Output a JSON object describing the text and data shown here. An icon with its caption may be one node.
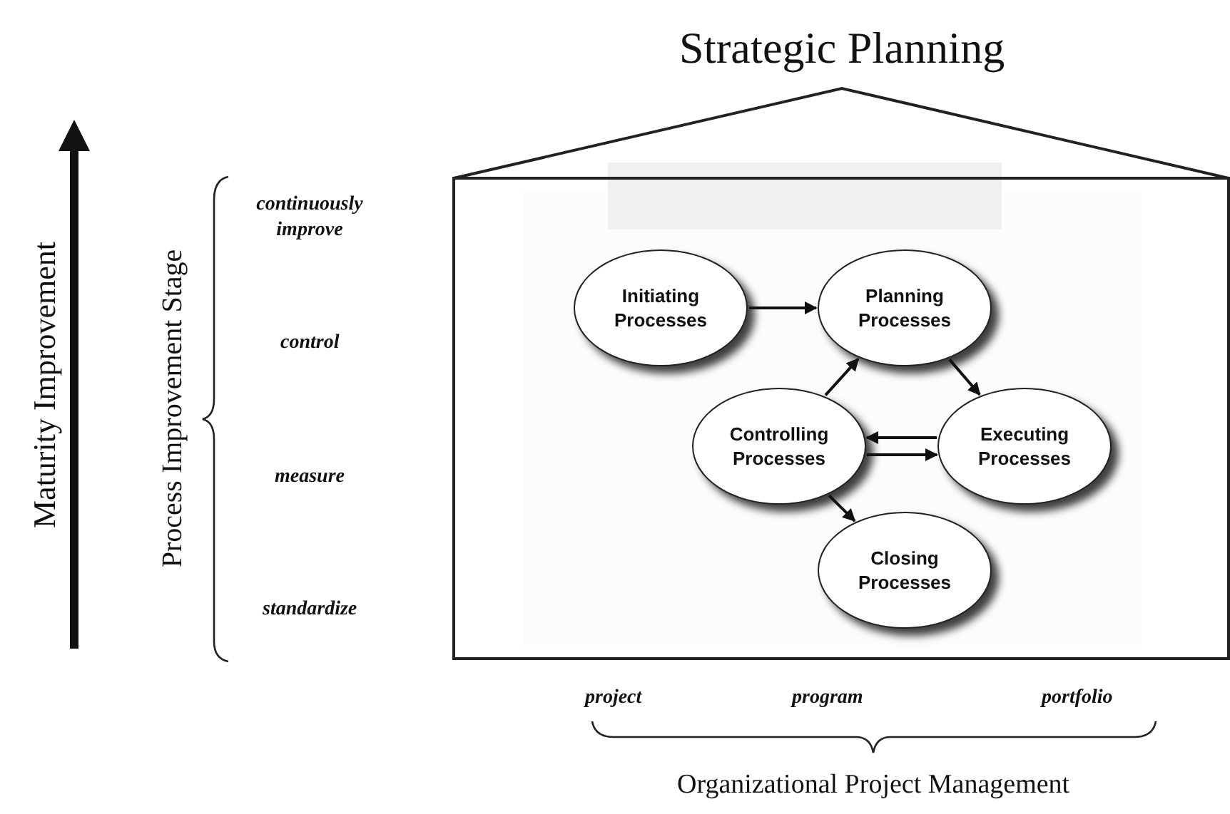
{
  "diagram": {
    "title": "Strategic Planning",
    "nodes": [
      {
        "text": [
          "Initiating Processes"
        ]
      },
      {
        "text": [
          "Planning Processes"
        ]
      },
      {
        "text": [
          "Controlling Processes"
        ]
      },
      {
        "text": [
          "Executing Processes"
        ]
      },
      {
        "text": [
          "Closing Processes"
        ]
      }
    ],
    "edges": [
      {
        "from": 0,
        "to": 1,
        "arrow": "to"
      },
      {
        "from": 2,
        "to": 1,
        "arrow": "to"
      },
      {
        "from": 1,
        "to": 3,
        "arrow": "to"
      },
      {
        "from": 3,
        "to": 2,
        "arrow": "to"
      },
      {
        "from": 2,
        "to": 3,
        "arrow": "to"
      },
      {
        "from": 2,
        "to": 4,
        "arrow": "to"
      }
    ],
    "labels": [
      "Maturity Improvement",
      "Process Improvement Stage",
      "continuously improve",
      "control",
      "measure",
      "standardize",
      "project",
      "program",
      "portfolio",
      "Organizational Project Management"
    ]
  }
}
